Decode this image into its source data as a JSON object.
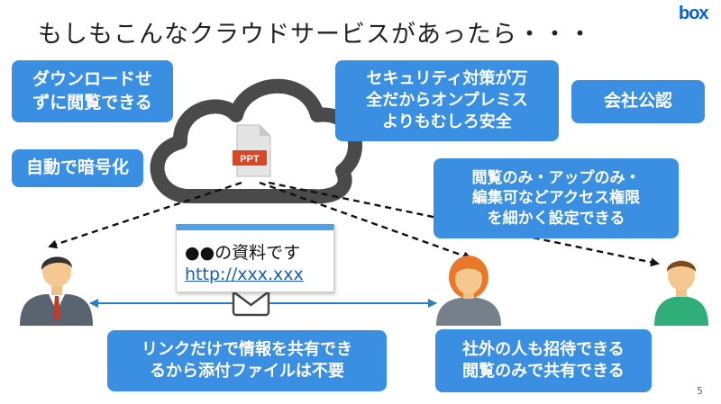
{
  "slide": {
    "title": "もしもこんなクラウドサービスがあったら・・・",
    "logo": "box",
    "page_number": "5"
  },
  "callouts": {
    "no_download": [
      "ダウンロードせ",
      "ずに閲覧できる"
    ],
    "auto_encrypt": [
      "自動で暗号化"
    ],
    "security": [
      "セキュリティ対策が万",
      "全だからオンプレミス",
      "よりもむしろ安全"
    ],
    "company_approved": [
      "会社公認"
    ],
    "permissions": [
      "閲覧のみ・アップのみ・",
      "編集可などアクセス権限",
      "を細かく設定できる"
    ],
    "link_share": [
      "リンクだけで情報を共有でき",
      "るから添付ファイルは不要"
    ],
    "external_invite": [
      "社外の人も招待できる",
      "閲覧のみで共有できる"
    ]
  },
  "file_icon": {
    "label": "PPT"
  },
  "shared_doc": {
    "line1": "●●の資料です",
    "link": "http://xxx.xxx"
  },
  "colors": {
    "callout_bg": "#3a8fe3",
    "cloud_stroke": "#4a4a4a",
    "ppt_red": "#d9472b",
    "arrow_blue": "#2a7fc4",
    "suit_gray": "#5a6470",
    "tie_red": "#c0392b",
    "orange_hair": "#e8792b",
    "green_shirt": "#2fae7a"
  },
  "icons": [
    "cloud-icon",
    "ppt-file-icon",
    "envelope-icon",
    "businessman-icon",
    "woman-icon",
    "man-icon"
  ]
}
